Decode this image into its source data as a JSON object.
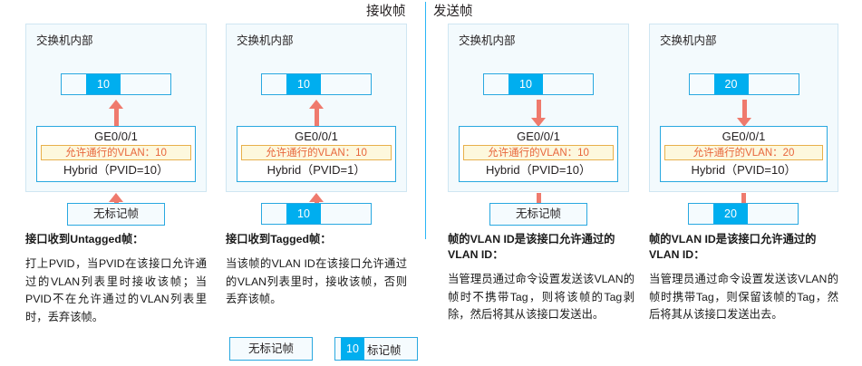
{
  "headers": {
    "receive": "接收帧",
    "send": "发送帧"
  },
  "colors": {
    "tag_blue": "#00aeef",
    "frame_border": "#29a8e0",
    "panel_bg": "#f3fafd",
    "panel_border": "#cfe6f2",
    "arrow_red": "#ef7a6d",
    "vlan_box_bg": "#fdf8dd",
    "vlan_box_border": "#e8b04b",
    "vlan_text": "#e8663c",
    "divider": "#29b6f6"
  },
  "panels": [
    {
      "title": "交换机内部",
      "inner_frame": {
        "type": "tagged",
        "tag": "10"
      },
      "inner_arrow": "up",
      "port": {
        "name": "GE0/0/1",
        "allowed_vlan": "允许通行的VLAN：10",
        "mode": "Hybrid（PVID=10）"
      },
      "outer_arrow": "up",
      "outer_item": {
        "type": "untagged",
        "label": "无标记帧"
      },
      "text_head": "接口收到Untagged帧：",
      "text_body": "打上PVID，当PVID在该接口允许通过的VLAN列表里时接收该帧；当PVID不在允许通过的VLAN列表里时，丢弃该帧。"
    },
    {
      "title": "交换机内部",
      "inner_frame": {
        "type": "tagged",
        "tag": "10"
      },
      "inner_arrow": "up",
      "port": {
        "name": "GE0/0/1",
        "allowed_vlan": "允许通行的VLAN：10",
        "mode": "Hybrid（PVID=1）"
      },
      "outer_arrow": "up",
      "outer_item": {
        "type": "tagged",
        "tag": "10"
      },
      "text_head": "接口收到Tagged帧：",
      "text_body": "当该帧的VLAN ID在该接口允许通过的VLAN列表里时，接收该帧，否则丢弃该帧。"
    },
    {
      "title": "交换机内部",
      "inner_frame": {
        "type": "tagged",
        "tag": "10"
      },
      "inner_arrow": "down",
      "port": {
        "name": "GE0/0/1",
        "allowed_vlan": "允许通行的VLAN：10",
        "mode": "Hybrid（PVID=10）"
      },
      "outer_arrow": "down",
      "outer_item": {
        "type": "untagged",
        "label": "无标记帧"
      },
      "text_head": "帧的VLAN ID是该接口允许通过的VLAN ID：",
      "text_body": "当管理员通过命令设置发送该VLAN的帧时不携带Tag，则将该帧的Tag剥除，然后将其从该接口发送出。"
    },
    {
      "title": "交换机内部",
      "inner_frame": {
        "type": "tagged",
        "tag": "20"
      },
      "inner_arrow": "down",
      "port": {
        "name": "GE0/0/1",
        "allowed_vlan": "允许通行的VLAN：20",
        "mode": "Hybrid（PVID=10）"
      },
      "outer_arrow": "down",
      "outer_item": {
        "type": "tagged",
        "tag": "20"
      },
      "text_head": "帧的VLAN ID是该接口允许通过的VLAN ID：",
      "text_body": "当管理员通过命令设置发送该VLAN的帧时携带Tag，则保留该帧的Tag，然后将其从该接口发送出去。"
    }
  ],
  "legend": {
    "untagged_label": "无标记帧",
    "tagged_tag": "10",
    "tagged_label": "标记帧"
  }
}
